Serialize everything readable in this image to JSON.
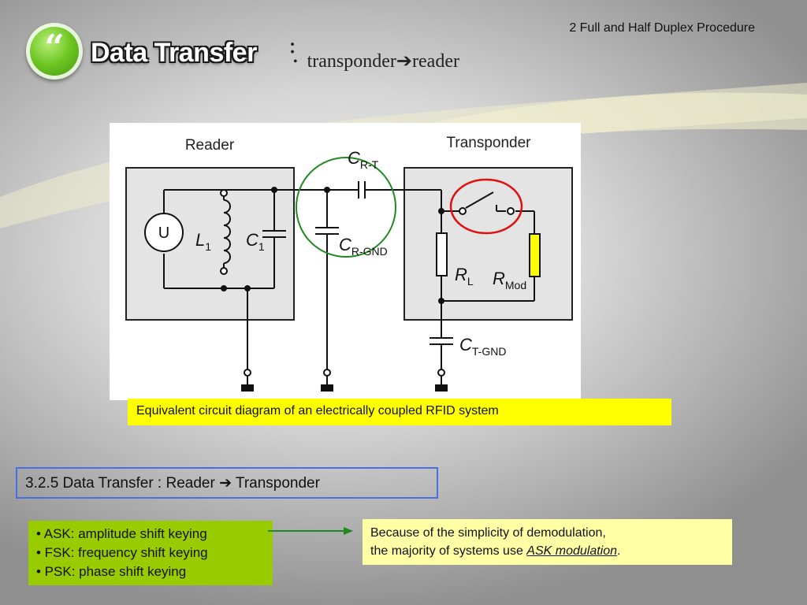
{
  "header": {
    "logo_glyph": "“",
    "title": "Data Transfer",
    "colon": ":",
    "bullet": "•",
    "subtitle": "transponder➔reader",
    "section_ref": "2 Full and Half Duplex Procedure"
  },
  "diagram": {
    "reader_label": "Reader",
    "transponder_label": "Transponder",
    "source_label": "U",
    "L1": {
      "main": "L",
      "sub": "1"
    },
    "C1": {
      "main": "C",
      "sub": "1"
    },
    "CRT": {
      "main": "C",
      "sub": "R-T"
    },
    "CRGND": {
      "main": "C",
      "sub": "R-GND"
    },
    "RL": {
      "main": "R",
      "sub": "L"
    },
    "RMod": {
      "main": "R",
      "sub": "Mod"
    },
    "CTGND": {
      "main": "C",
      "sub": "T-GND"
    },
    "colors": {
      "coupling_circle": "#1f8a1f",
      "switch_circle": "#e01010",
      "rmod_fill": "#ffff00",
      "box_fill": "#e4e4e4"
    }
  },
  "caption": "Equivalent circuit diagram of an electrically coupled RFID system",
  "section_heading": "3.2.5 Data Transfer : Reader ➔ Transponder",
  "modulation_list": [
    "• ASK: amplitude shift keying",
    "• FSK: frequency shift keying",
    "• PSK: phase shift keying"
  ],
  "note": {
    "line1": "Because of the simplicity of demodulation,",
    "line2_prefix": "the majority of systems use ",
    "line2_emph": "ASK modulation",
    "line2_suffix": "."
  },
  "colors": {
    "caption_bg": "#ffff00",
    "list_bg": "#99cc00",
    "note_bg": "#ffffa6",
    "heading_border": "#4a6fe0",
    "arrow": "#1f8a1f"
  }
}
